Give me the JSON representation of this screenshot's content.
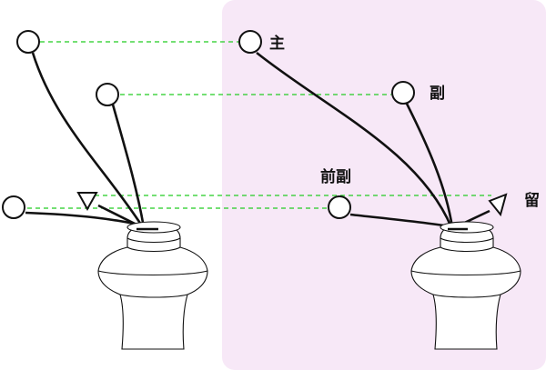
{
  "labels": {
    "main": "主",
    "secondary": "副",
    "front_secondary": "前副",
    "retain": "留"
  },
  "colors": {
    "panel_fill": "#f7e8f7",
    "guide_line": "#22cc22",
    "stroke": "#111111"
  }
}
